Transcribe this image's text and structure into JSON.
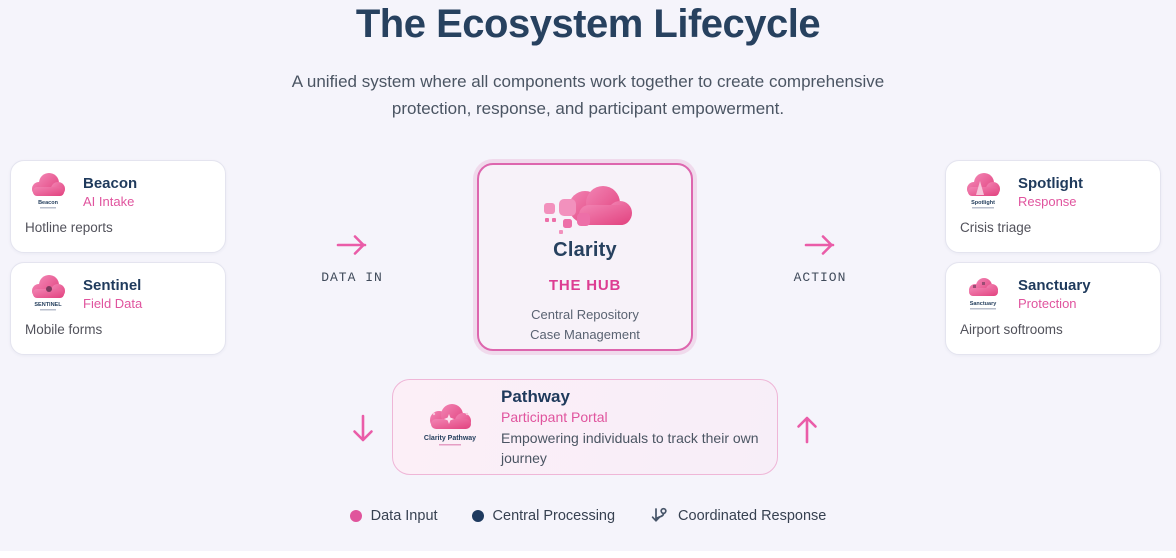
{
  "page": {
    "title": "The Ecosystem Lifecycle",
    "subtitle": "A unified system where all components work together to create comprehensive protection, response, and participant empowerment."
  },
  "colors": {
    "accent_pink": "#e0549e",
    "arrow_pink": "#ea5ca8",
    "navy": "#27415f",
    "page_background": "#f5f4fb",
    "hub_border": "#dd66ae"
  },
  "cards": {
    "beacon": {
      "name": "Beacon",
      "role": "AI Intake",
      "desc": "Hotline reports",
      "logo_label": "Beacon"
    },
    "sentinel": {
      "name": "Sentinel",
      "role": "Field Data",
      "desc": "Mobile forms",
      "logo_label": "SENTINEL"
    },
    "spotlight": {
      "name": "Spotlight",
      "role": "Response",
      "desc": "Crisis triage",
      "logo_label": "Spotlight"
    },
    "sanctuary": {
      "name": "Sanctuary",
      "role": "Protection",
      "desc": "Airport softrooms",
      "logo_label": "Sanctuary"
    }
  },
  "hub": {
    "logo_text": "Clarity",
    "label": "THE HUB",
    "lines": [
      "Central Repository",
      "Case Management"
    ]
  },
  "flows": {
    "data_in_label": "DATA IN",
    "action_label": "ACTION"
  },
  "pathway": {
    "name": "Pathway",
    "role": "Participant Portal",
    "desc": "Empowering individuals to track their own journey",
    "logo_label": "Clarity Pathway"
  },
  "legend": [
    {
      "label": "Data Input"
    },
    {
      "label": "Central Processing"
    },
    {
      "label": "Coordinated Response"
    }
  ]
}
